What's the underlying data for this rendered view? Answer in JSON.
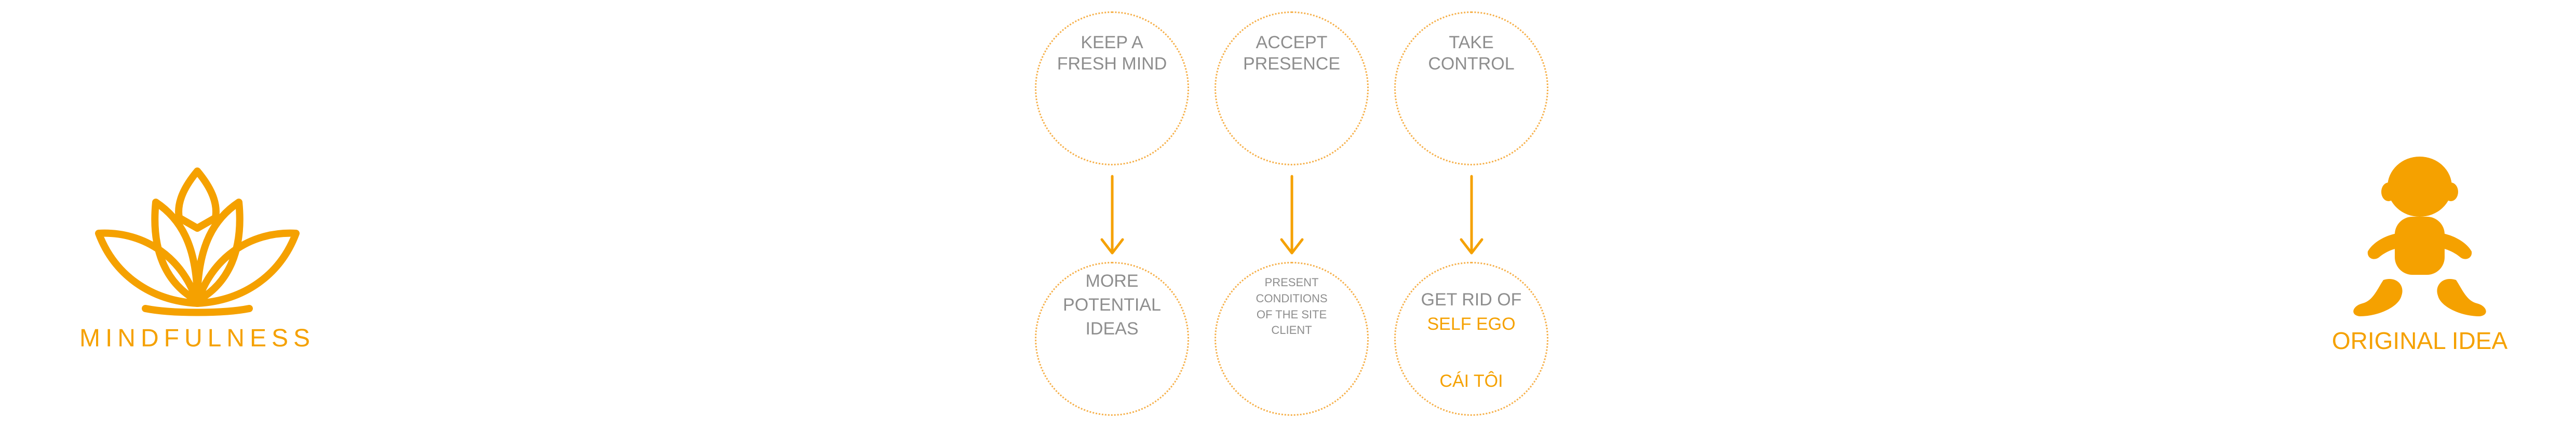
{
  "colors": {
    "accent": "#f5a100",
    "circle_border": "#f6b04a",
    "text_gray": "#8e8e8e"
  },
  "left_logo": {
    "icon": "lotus-icon",
    "label": "MINDFULNESS"
  },
  "right_logo": {
    "icon": "baby-icon",
    "label": "ORIGINAL IDEA"
  },
  "top_row": [
    {
      "text": "KEEP A\nFRESH MIND"
    },
    {
      "text": "ACCEPT\nPRESENCE"
    },
    {
      "text": "TAKE\nCONTROL"
    }
  ],
  "bottom_row": [
    {
      "text": "MORE\nPOTENTIAL\nIDEAS"
    },
    {
      "text": "PRESENT\nCONDITIONS\nOF THE SITE\nCLIENT"
    },
    {
      "line1": "GET RID OF",
      "line2": "SELF EGO",
      "line3": "CÁI TÔI"
    }
  ]
}
